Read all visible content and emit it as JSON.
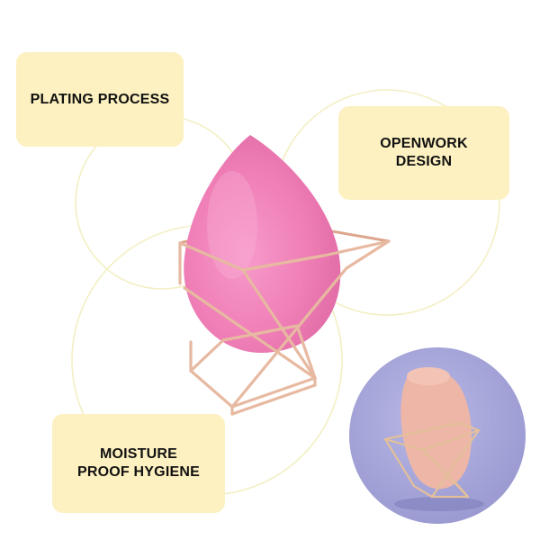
{
  "labels": {
    "plating": {
      "line1": "PLATING PROCESS",
      "line2": ""
    },
    "openwork": {
      "line1": "OPENWORK",
      "line2": "DESIGN"
    },
    "moisture": {
      "line1": "MOISTURE",
      "line2": "PROOF HYGIENE"
    }
  },
  "colors": {
    "label_background": "#fdf1c1",
    "circle_outline": "#f3efc4",
    "sponge_pink": "#ef7eb6",
    "rose_gold_frame": "#e7b9a1",
    "inset_background": "#a9a9dc",
    "inset_sponge": "#eeb6a6"
  },
  "images": {
    "main_product": "pink-teardrop-makeup-sponge-on-rose-gold-wire-stand",
    "inset_photo": "peach-makeup-sponge-on-rose-gold-stand-lavender-background"
  }
}
